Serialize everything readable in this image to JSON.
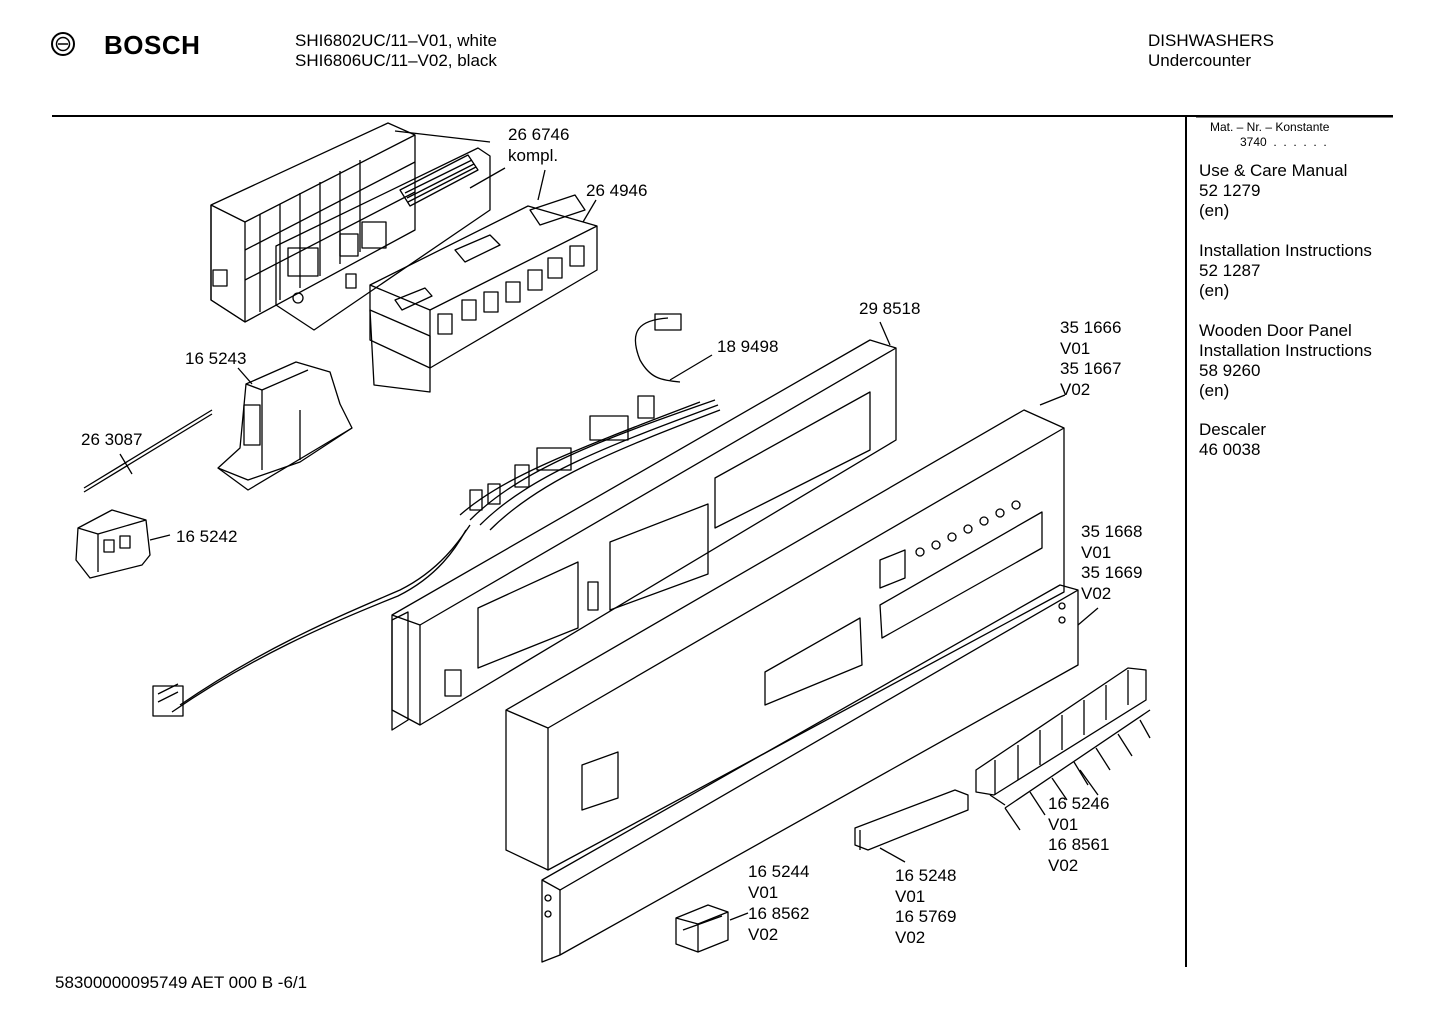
{
  "header": {
    "brand": "BOSCH",
    "model_line1": "SHI6802UC/11–V01, white",
    "model_line2": "SHI6806UC/11–V02, black",
    "category_line1": "DISHWASHERS",
    "category_line2": "Undercounter"
  },
  "sidebar": {
    "mat_header": "Mat. – Nr. – Konstante",
    "mat_value": "3740  .  .  .  .  .  .",
    "docs": [
      {
        "text": "Use & Care Manual\n52 1279\n(en)"
      },
      {
        "text": "Installation Instructions\n52 1287\n(en)"
      },
      {
        "text": "Wooden Door Panel\nInstallation Instructions\n58 9260\n(en)"
      },
      {
        "text": "Descaler\n46 0038"
      }
    ]
  },
  "parts": [
    {
      "label": "26 6746\nkompl."
    },
    {
      "label": "26 4946"
    },
    {
      "label": "16 5243"
    },
    {
      "label": "18 9498"
    },
    {
      "label": "29 8518"
    },
    {
      "label": "35 1666\nV01\n35 1667\nV02"
    },
    {
      "label": "26 3087"
    },
    {
      "label": "16 5242"
    },
    {
      "label": "35 1668\nV01\n35 1669\nV02"
    },
    {
      "label": "16 5246\nV01\n16 8561\nV02"
    },
    {
      "label": "16 5244\nV01"
    },
    {
      "label": "16 8562\nV02"
    },
    {
      "label": "16 5248\nV01\n16 5769\nV02"
    }
  ],
  "footer": {
    "code": "58300000095749 AET 000 B  -6/1"
  }
}
